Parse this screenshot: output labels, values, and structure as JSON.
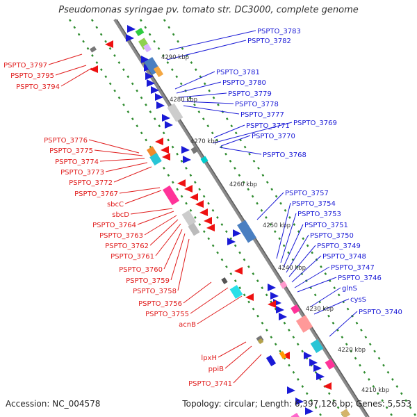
{
  "title": "Pseudomonas syringae pv. tomato str. DC3000, complete genome",
  "footer": {
    "accession": "Accession: NC_004578",
    "summary": "Topology: circular; Length: 6,397,126 bp; Genes: 5,553"
  },
  "colors": {
    "right_label": "#1a1ad6",
    "left_label": "#e01b1b",
    "backbone": "#8a8a8a",
    "ring_dots": "#2e8b2e",
    "forward_arrow": "#1a1ad6",
    "reverse_arrow": "#ee1111"
  },
  "scale_ticks": [
    "4290 kbp",
    "4280 kbp",
    "4270 kbp",
    "4260 kbp",
    "4250 kbp",
    "4240 kbp",
    "4230 kbp",
    "4220 kbp",
    "4210 kbp"
  ],
  "right_labels": [
    "PSPTO_3783",
    "PSPTO_3782",
    "PSPTO_3781",
    "PSPTO_3780",
    "PSPTO_3779",
    "PSPTO_3778",
    "PSPTO_3777",
    "PSPTO_3771",
    "PSPTO_3769",
    "PSPTO_3770",
    "PSPTO_3768",
    "PSPTO_3757",
    "PSPTO_3754",
    "PSPTO_3753",
    "PSPTO_3751",
    "PSPTO_3750",
    "PSPTO_3749",
    "PSPTO_3748",
    "PSPTO_3747",
    "PSPTO_3746",
    "glnS",
    "cysS",
    "PSPTO_3740"
  ],
  "left_labels": [
    "PSPTO_3797",
    "PSPTO_3795",
    "PSPTO_3794",
    "PSPTO_3776",
    "PSPTO_3775",
    "PSPTO_3774",
    "PSPTO_3773",
    "PSPTO_3772",
    "PSPTO_3767",
    "sbcC",
    "sbcD",
    "PSPTO_3764",
    "PSPTO_3763",
    "PSPTO_3762",
    "PSPTO_3761",
    "PSPTO_3760",
    "PSPTO_3759",
    "PSPTO_3758",
    "PSPTO_3756",
    "PSPTO_3755",
    "acnB",
    "lpxH",
    "ppiB",
    "PSPTO_3741"
  ]
}
